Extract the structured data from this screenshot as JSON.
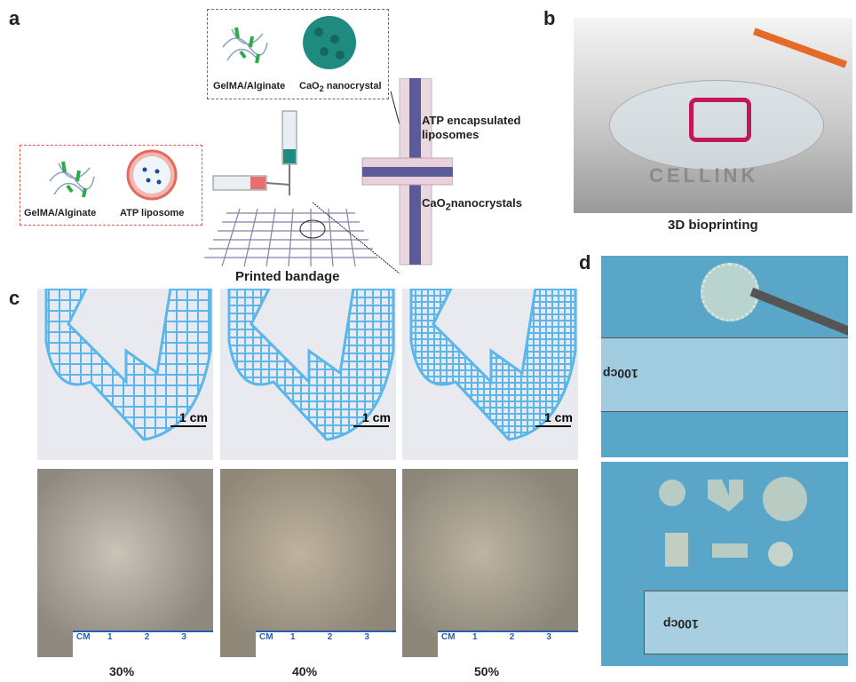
{
  "panels": {
    "a": "a",
    "b": "b",
    "c": "c",
    "d": "d"
  },
  "panel_a": {
    "top_box": {
      "left": "GelMA/Alginate",
      "right_prefix": "CaO",
      "right_sub": "2",
      "right_suffix": " nanocrystal"
    },
    "left_box": {
      "left": "GelMA/Alginate",
      "right": "ATP liposome"
    },
    "callout_1a": "ATP encapsulated",
    "callout_1b": "liposomes",
    "callout_2_prefix": "CaO",
    "callout_2_sub": "2",
    "callout_2_suffix": "nanocrystals",
    "caption": "Printed bandage"
  },
  "panel_b": {
    "caption": "3D bioprinting",
    "brand": "CELLINK"
  },
  "panel_c": {
    "scale_bar": "1 cm",
    "ruler_unit": "CM",
    "ruler_ticks": [
      "1",
      "2",
      "3"
    ],
    "captions": [
      "30%",
      "40%",
      "50%"
    ]
  },
  "panel_d": {
    "ruler_brand": "100cp"
  },
  "colors": {
    "blue_print": "#5bb6ec",
    "green_box": "#4a7a72",
    "red_box": "#d9534f",
    "photo_blue": "#5aa6c8"
  }
}
